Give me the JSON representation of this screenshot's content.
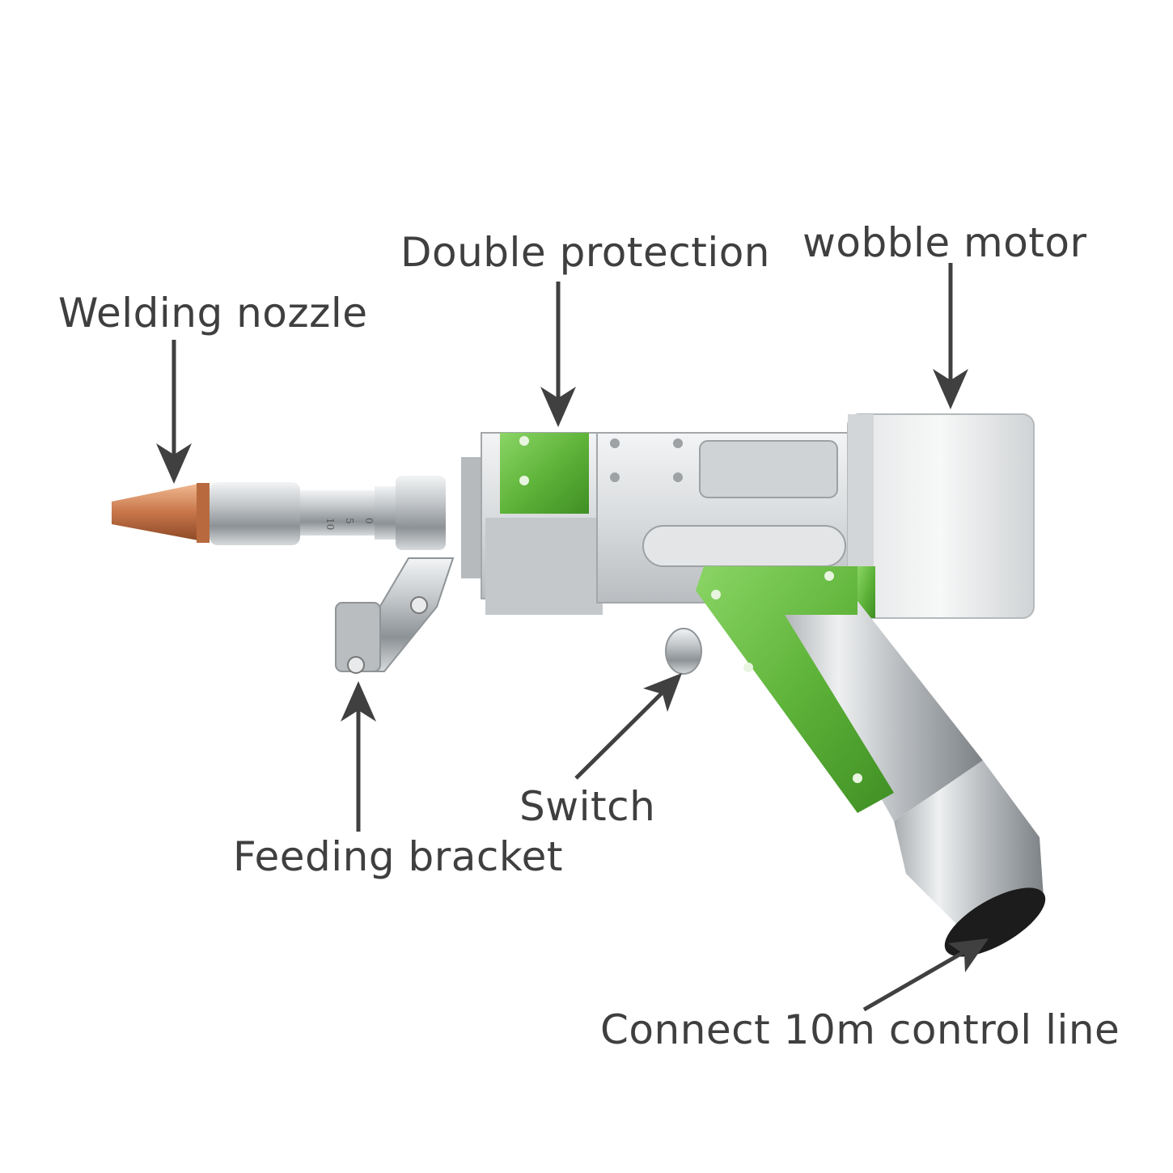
{
  "labels": {
    "welding_nozzle": "Welding nozzle",
    "double_protection": "Double protection",
    "wobble_motor": "wobble motor",
    "feeding_bracket": "Feeding bracket",
    "switch": "Switch",
    "control_line": "Connect 10m control line"
  },
  "scale_marks": [
    "0",
    "5",
    "10"
  ],
  "colors": {
    "text": "#3f3f3f",
    "arrow": "#404040",
    "accent_green": "#5fb43a",
    "copper": "#c8764a",
    "metal": "#c9cdd0"
  }
}
